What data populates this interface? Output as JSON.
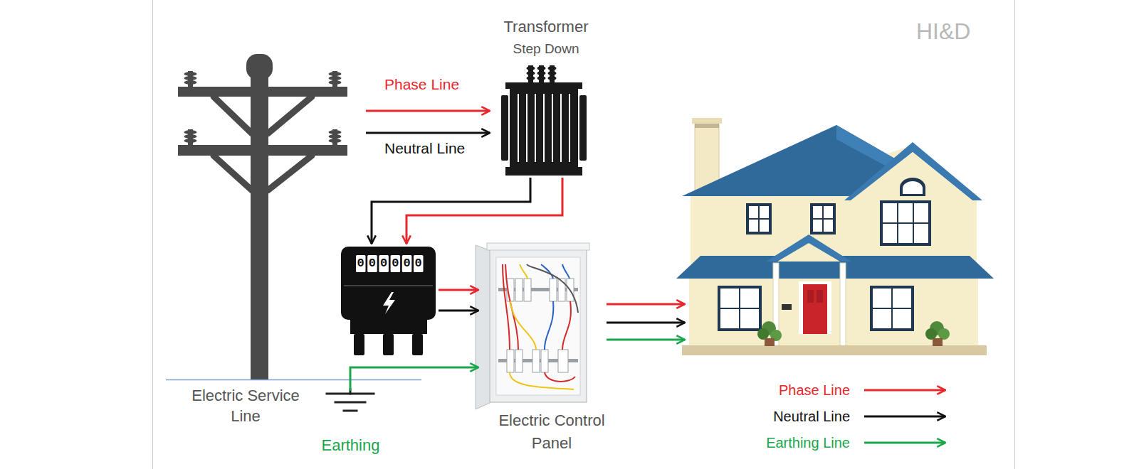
{
  "diagram": {
    "nodes": [
      {
        "text": [
          "Electric Service Line"
        ]
      },
      {
        "text": [
          "Transformer",
          "Step Down"
        ]
      },
      {
        "text": [
          "000000"
        ]
      },
      {
        "text": [
          "Electric Control Panel"
        ]
      },
      {
        "text": [
          "Earthing"
        ]
      }
    ],
    "edges": [
      {
        "from": 0,
        "to": 1,
        "arrow": "to",
        "label": "Phase Line"
      },
      {
        "from": 0,
        "to": 1,
        "arrow": "to",
        "label": "Neutral Line"
      },
      {
        "from": 1,
        "to": 2,
        "arrow": "to"
      },
      {
        "from": 1,
        "to": 2,
        "arrow": "to"
      },
      {
        "from": 2,
        "to": 3,
        "arrow": "to"
      },
      {
        "from": 2,
        "to": 3,
        "arrow": "to"
      },
      {
        "from": 4,
        "to": 3,
        "arrow": "to"
      }
    ],
    "labels": [
      "HI&D"
    ],
    "legend": [
      {
        "text": "Phase Line"
      },
      {
        "text": "Neutral Line"
      },
      {
        "text": "Earthing Line"
      }
    ]
  }
}
